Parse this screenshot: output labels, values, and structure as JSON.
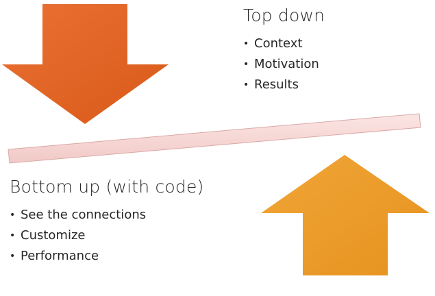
{
  "colors": {
    "down_arrow_light": "#ea7034",
    "down_arrow_dark": "#d95a18",
    "up_arrow_light": "#f0a637",
    "up_arrow_dark": "#e6921f",
    "beam_fill": "#f6d6d4",
    "beam_edge": "#d9a9a5"
  },
  "icons": {
    "down_arrow": "down-arrow-icon",
    "up_arrow": "up-arrow-icon",
    "beam": "tilted-beam"
  },
  "top": {
    "heading": "Top down",
    "bullets": [
      "Context",
      "Motivation",
      "Results"
    ]
  },
  "bottom": {
    "heading": "Bottom up (with code)",
    "bullets": [
      "See the connections",
      "Customize",
      "Performance"
    ]
  },
  "bullet_glyph": "•"
}
